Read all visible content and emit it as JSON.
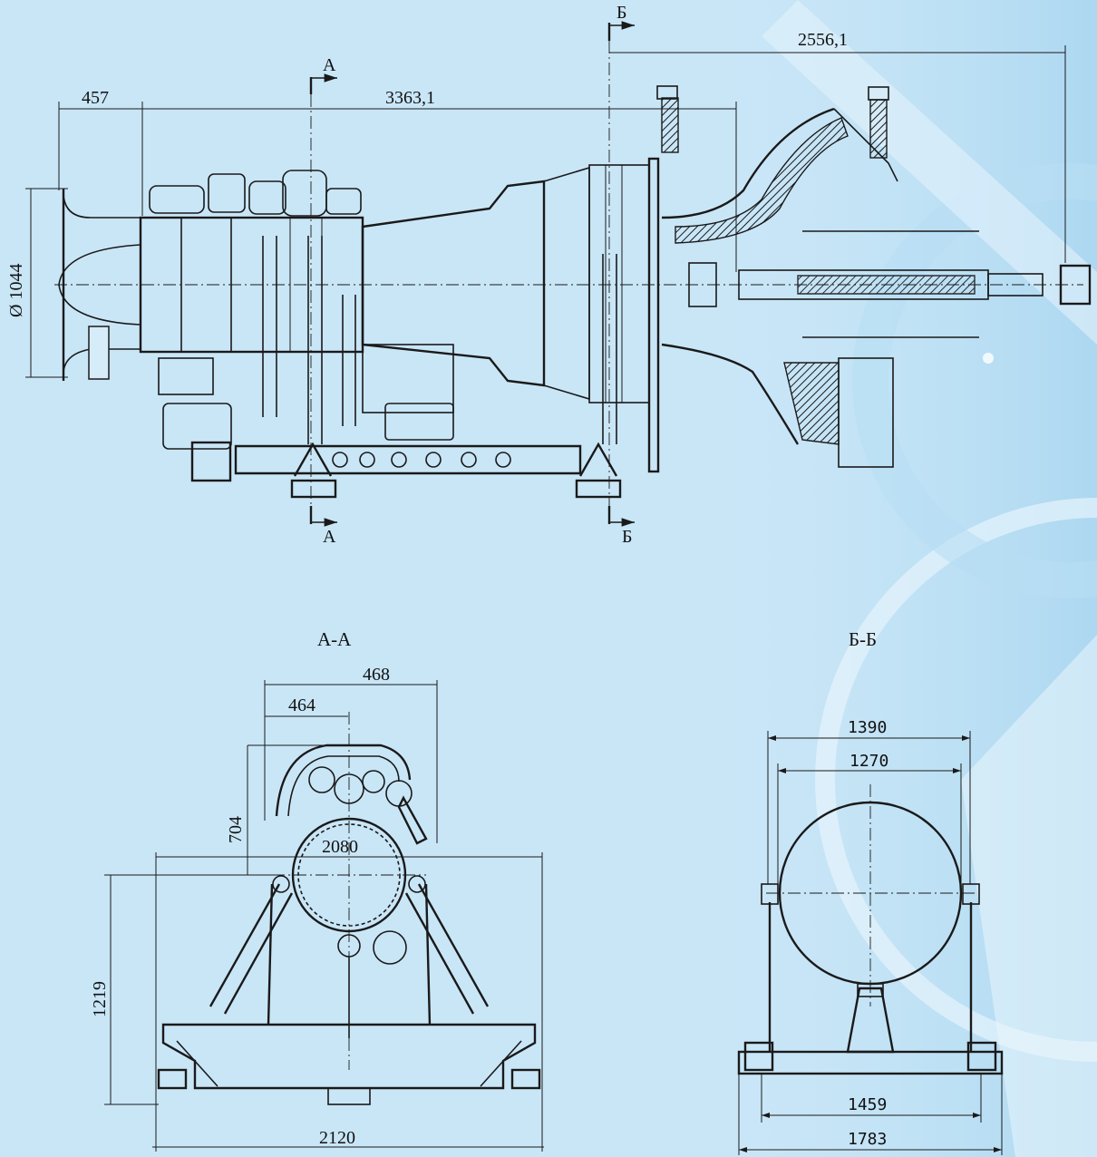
{
  "top_view": {
    "dim_inlet": "457",
    "dim_length": "3363,1",
    "dim_exhaust": "2556,1",
    "dim_diameter": "Ø 1044",
    "section_a_top": "А",
    "section_a_bottom": "А",
    "section_b_top": "Б",
    "section_b_bottom": "Б"
  },
  "section_aa": {
    "title": "А-А",
    "dim_468": "468",
    "dim_464": "464",
    "dim_704": "704",
    "dim_2080": "2080",
    "dim_1219": "1219",
    "dim_2120": "2120"
  },
  "section_bb": {
    "title": "Б-Б",
    "dim_1390": "1390",
    "dim_1270": "1270",
    "dim_1459": "1459",
    "dim_1783": "1783"
  },
  "colors": {
    "background": "#c9e6f7",
    "ink": "#1a1a1a"
  }
}
